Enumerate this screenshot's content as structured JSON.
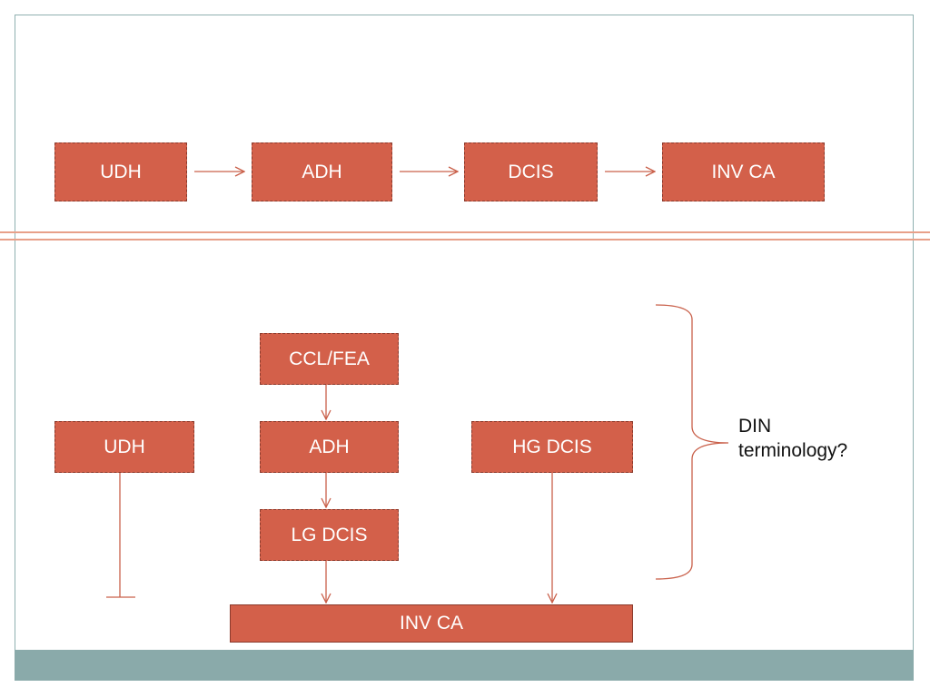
{
  "colors": {
    "box_fill": "#d3604a",
    "box_border": "#8a3a2c",
    "connector": "#c9604a",
    "footer": "#8aaaaa"
  },
  "top_sequence": [
    "UDH",
    "ADH",
    "DCIS",
    "INV CA"
  ],
  "bottom": {
    "udh": "UDH",
    "ccl_fea": "CCL/FEA",
    "adh": "ADH",
    "lg_dcis": "LG DCIS",
    "hg_dcis": "HG DCIS",
    "inv_ca": "INV CA"
  },
  "note": {
    "line1": "DIN",
    "line2": "terminology?"
  }
}
